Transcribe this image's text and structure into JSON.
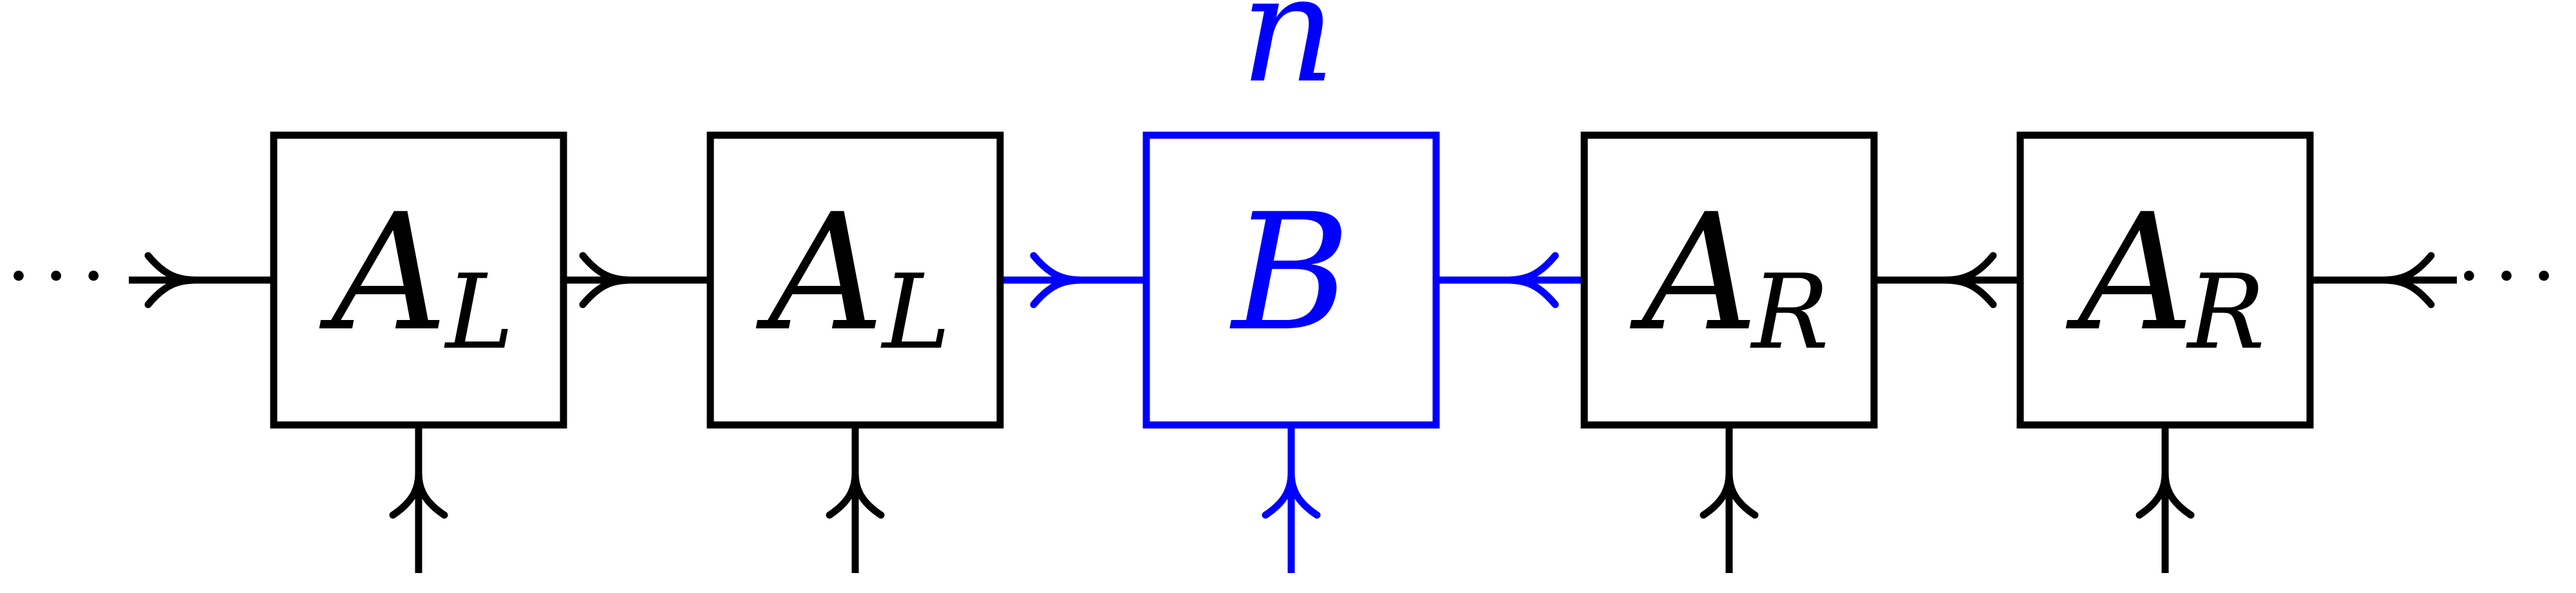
{
  "diagram": {
    "left_ellipsis": "···",
    "right_ellipsis": "···",
    "top_label": "n",
    "colors": {
      "default": "#000000",
      "highlight": "#0000ff"
    },
    "tensors": [
      {
        "main": "A",
        "sub": "L",
        "highlight": false
      },
      {
        "main": "A",
        "sub": "L",
        "highlight": false
      },
      {
        "main": "B",
        "sub": "",
        "highlight": true
      },
      {
        "main": "A",
        "sub": "R",
        "highlight": false
      },
      {
        "main": "A",
        "sub": "R",
        "highlight": false
      }
    ]
  }
}
